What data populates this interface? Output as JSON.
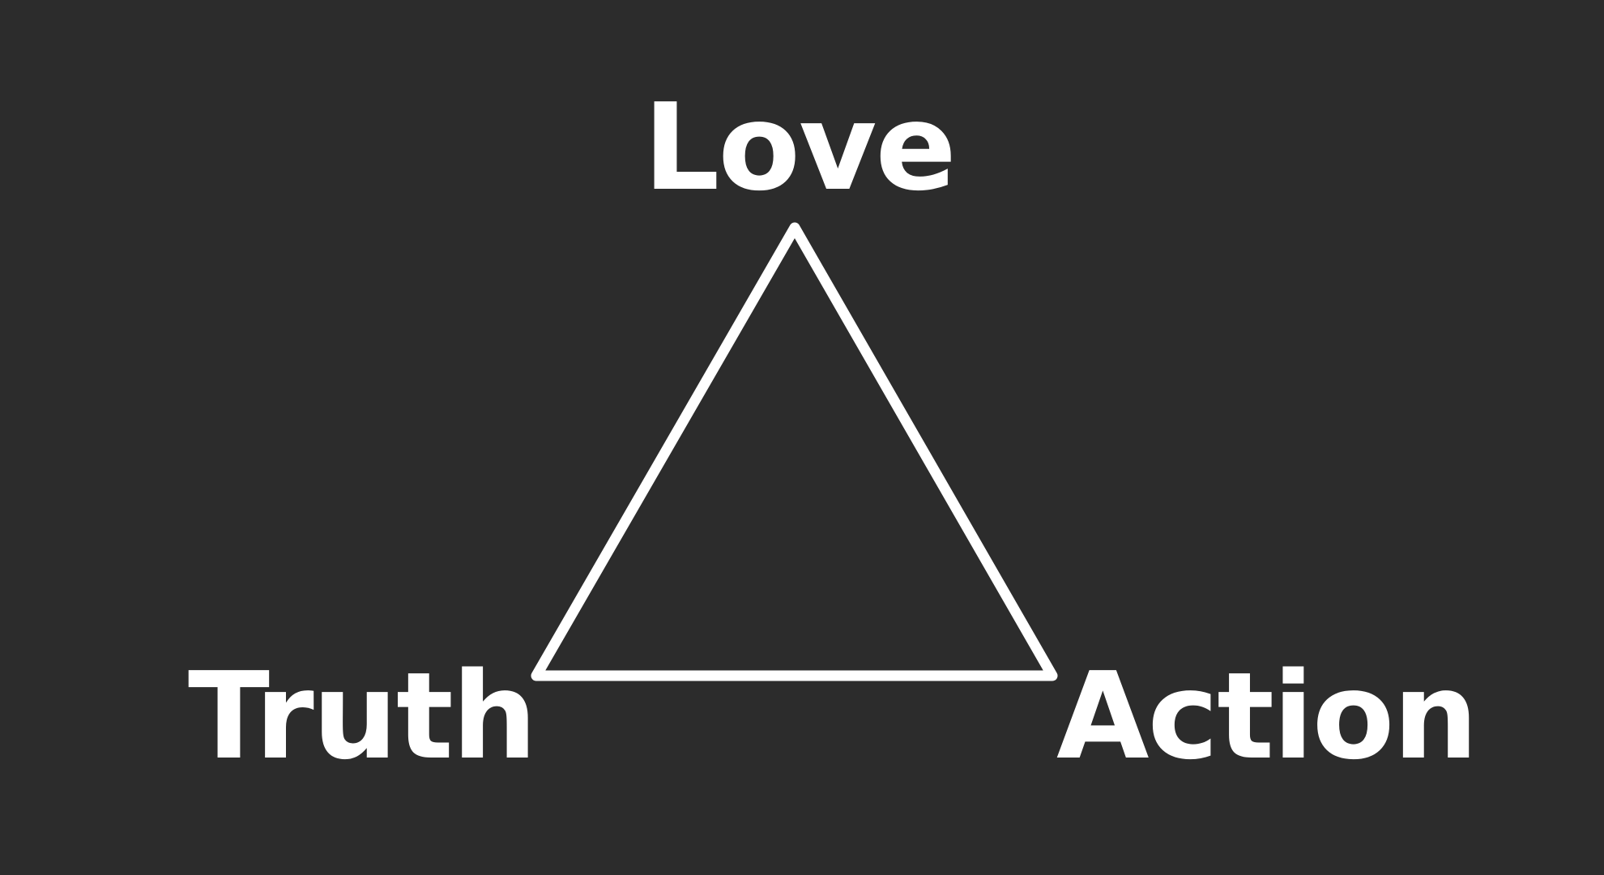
{
  "diagram": {
    "top_label": "Love",
    "left_label": "Truth",
    "right_label": "Action",
    "colors": {
      "background": "#2c2c2c",
      "foreground": "#ffffff"
    }
  }
}
